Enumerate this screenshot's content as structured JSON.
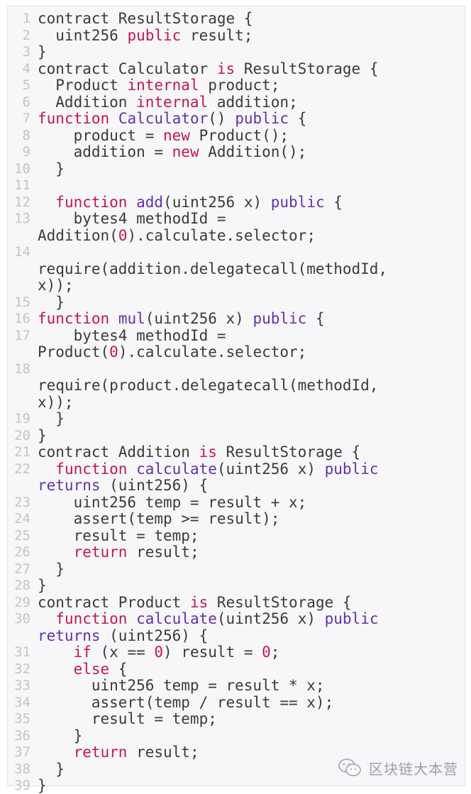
{
  "code": {
    "lines": [
      {
        "n": "1",
        "tokens": [
          {
            "t": "contract ResultStorage {"
          }
        ]
      },
      {
        "n": "2",
        "tokens": [
          {
            "t": "  uint256 "
          },
          {
            "t": "public",
            "c": "kw"
          },
          {
            "t": " result;"
          }
        ]
      },
      {
        "n": "3",
        "tokens": [
          {
            "t": "}"
          }
        ]
      },
      {
        "n": "4",
        "tokens": [
          {
            "t": "contract Calculator "
          },
          {
            "t": "is",
            "c": "kw"
          },
          {
            "t": " ResultStorage {"
          }
        ]
      },
      {
        "n": "5",
        "tokens": [
          {
            "t": "  Product "
          },
          {
            "t": "internal",
            "c": "kw"
          },
          {
            "t": " product;"
          }
        ]
      },
      {
        "n": "6",
        "tokens": [
          {
            "t": "  Addition "
          },
          {
            "t": "internal",
            "c": "kw"
          },
          {
            "t": " addition;"
          }
        ]
      },
      {
        "n": "7",
        "tokens": [
          {
            "t": "function",
            "c": "kw"
          },
          {
            "t": " "
          },
          {
            "t": "Calculator",
            "c": "fn"
          },
          {
            "t": "() "
          },
          {
            "t": "public",
            "c": "ty"
          },
          {
            "t": " {"
          }
        ]
      },
      {
        "n": "8",
        "tokens": [
          {
            "t": "    product = "
          },
          {
            "t": "new",
            "c": "kw"
          },
          {
            "t": " Product();"
          }
        ]
      },
      {
        "n": "9",
        "tokens": [
          {
            "t": "    addition = "
          },
          {
            "t": "new",
            "c": "kw"
          },
          {
            "t": " Addition();"
          }
        ]
      },
      {
        "n": "10",
        "tokens": [
          {
            "t": "  }"
          }
        ]
      },
      {
        "n": "11",
        "tokens": [
          {
            "t": ""
          }
        ]
      },
      {
        "n": "12",
        "tokens": [
          {
            "t": "  "
          },
          {
            "t": "function",
            "c": "kw"
          },
          {
            "t": " "
          },
          {
            "t": "add",
            "c": "fn"
          },
          {
            "t": "(uint256 x) "
          },
          {
            "t": "public",
            "c": "ty"
          },
          {
            "t": " {"
          }
        ]
      },
      {
        "n": "13",
        "tokens": [
          {
            "t": "    bytes4 methodId ="
          }
        ]
      },
      {
        "n": "",
        "tokens": [
          {
            "t": "Addition("
          },
          {
            "t": "0",
            "c": "num"
          },
          {
            "t": ").calculate.selector;"
          }
        ]
      },
      {
        "n": "14",
        "tokens": [
          {
            "t": ""
          }
        ]
      },
      {
        "n": "",
        "tokens": [
          {
            "t": "require(addition.delegatecall(methodId,"
          }
        ]
      },
      {
        "n": "",
        "tokens": [
          {
            "t": "x));"
          }
        ]
      },
      {
        "n": "15",
        "tokens": [
          {
            "t": "  }"
          }
        ]
      },
      {
        "n": "16",
        "tokens": [
          {
            "t": "function",
            "c": "kw"
          },
          {
            "t": " "
          },
          {
            "t": "mul",
            "c": "fn"
          },
          {
            "t": "(uint256 x) "
          },
          {
            "t": "public",
            "c": "ty"
          },
          {
            "t": " {"
          }
        ]
      },
      {
        "n": "17",
        "tokens": [
          {
            "t": "    bytes4 methodId ="
          }
        ]
      },
      {
        "n": "",
        "tokens": [
          {
            "t": "Product("
          },
          {
            "t": "0",
            "c": "num"
          },
          {
            "t": ").calculate.selector;"
          }
        ]
      },
      {
        "n": "18",
        "tokens": [
          {
            "t": ""
          }
        ]
      },
      {
        "n": "",
        "tokens": [
          {
            "t": "require(product.delegatecall(methodId,"
          }
        ]
      },
      {
        "n": "",
        "tokens": [
          {
            "t": "x));"
          }
        ]
      },
      {
        "n": "19",
        "tokens": [
          {
            "t": "  }"
          }
        ]
      },
      {
        "n": "20",
        "tokens": [
          {
            "t": "}"
          }
        ]
      },
      {
        "n": "21",
        "tokens": [
          {
            "t": "contract Addition "
          },
          {
            "t": "is",
            "c": "kw"
          },
          {
            "t": " ResultStorage {"
          }
        ]
      },
      {
        "n": "22",
        "tokens": [
          {
            "t": "  "
          },
          {
            "t": "function",
            "c": "kw"
          },
          {
            "t": " "
          },
          {
            "t": "calculate",
            "c": "fn"
          },
          {
            "t": "(uint256 x) "
          },
          {
            "t": "public",
            "c": "ty"
          }
        ]
      },
      {
        "n": "",
        "tokens": [
          {
            "t": "returns",
            "c": "ty"
          },
          {
            "t": " (uint256) {"
          }
        ]
      },
      {
        "n": "23",
        "tokens": [
          {
            "t": "    uint256 temp = result + x;"
          }
        ]
      },
      {
        "n": "24",
        "tokens": [
          {
            "t": "    assert(temp >= result);"
          }
        ]
      },
      {
        "n": "25",
        "tokens": [
          {
            "t": "    result = temp;"
          }
        ]
      },
      {
        "n": "26",
        "tokens": [
          {
            "t": "    "
          },
          {
            "t": "return",
            "c": "kw"
          },
          {
            "t": " result;"
          }
        ]
      },
      {
        "n": "27",
        "tokens": [
          {
            "t": "  }"
          }
        ]
      },
      {
        "n": "28",
        "tokens": [
          {
            "t": "}"
          }
        ]
      },
      {
        "n": "29",
        "tokens": [
          {
            "t": "contract Product "
          },
          {
            "t": "is",
            "c": "kw"
          },
          {
            "t": " ResultStorage {"
          }
        ]
      },
      {
        "n": "30",
        "tokens": [
          {
            "t": "  "
          },
          {
            "t": "function",
            "c": "kw"
          },
          {
            "t": " "
          },
          {
            "t": "calculate",
            "c": "fn"
          },
          {
            "t": "(uint256 x) "
          },
          {
            "t": "public",
            "c": "ty"
          }
        ]
      },
      {
        "n": "",
        "tokens": [
          {
            "t": "returns",
            "c": "ty"
          },
          {
            "t": " (uint256) {"
          }
        ]
      },
      {
        "n": "31",
        "tokens": [
          {
            "t": "    "
          },
          {
            "t": "if",
            "c": "kw"
          },
          {
            "t": " (x == "
          },
          {
            "t": "0",
            "c": "num"
          },
          {
            "t": ") result = "
          },
          {
            "t": "0",
            "c": "num"
          },
          {
            "t": ";"
          }
        ]
      },
      {
        "n": "32",
        "tokens": [
          {
            "t": "    "
          },
          {
            "t": "else",
            "c": "kw"
          },
          {
            "t": " {"
          }
        ]
      },
      {
        "n": "33",
        "tokens": [
          {
            "t": "      uint256 temp = result * x;"
          }
        ]
      },
      {
        "n": "34",
        "tokens": [
          {
            "t": "      assert(temp / result == x);"
          }
        ]
      },
      {
        "n": "35",
        "tokens": [
          {
            "t": "      result = temp;"
          }
        ]
      },
      {
        "n": "36",
        "tokens": [
          {
            "t": "    }"
          }
        ]
      },
      {
        "n": "37",
        "tokens": [
          {
            "t": "    "
          },
          {
            "t": "return",
            "c": "kw"
          },
          {
            "t": " result;"
          }
        ]
      },
      {
        "n": "38",
        "tokens": [
          {
            "t": "  }"
          }
        ]
      },
      {
        "n": "39",
        "tokens": [
          {
            "t": "}"
          }
        ]
      }
    ]
  },
  "watermark": {
    "icon": "wechat-icon",
    "text": "区块链大本营"
  },
  "colors": {
    "keyword": "#c5164f",
    "type": "#6331a8",
    "text": "#3a3a3a",
    "line_number": "#c4c4c8",
    "background": "#f7f7f9"
  }
}
